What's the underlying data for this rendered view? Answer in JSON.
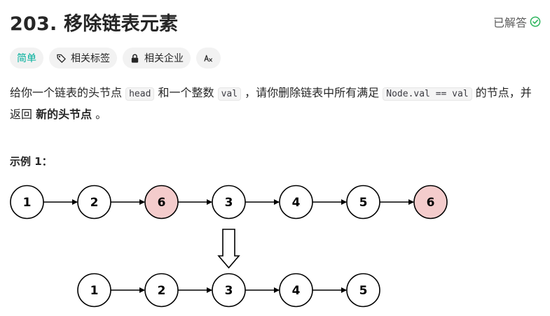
{
  "problem": {
    "title": "203. 移除链表元素",
    "status": "已解答"
  },
  "tags": [
    {
      "label": "简单",
      "icon": "none"
    },
    {
      "label": "相关标签",
      "icon": "tag-icon"
    },
    {
      "label": "相关企业",
      "icon": "lock-icon"
    },
    {
      "label": "",
      "icon": "translate-icon"
    }
  ],
  "description": {
    "part1": "给你一个链表的头节点 ",
    "code1": "head",
    "part2": " 和一个整数 ",
    "code2": "val",
    "part3": " ，请你删除链表中所有满足 ",
    "code3": "Node.val == val",
    "part4": " 的节点，并返回 ",
    "bold": "新的头节点",
    "part5": " 。"
  },
  "example": {
    "title": "示例 1：",
    "input_list": [
      "1",
      "2",
      "6",
      "3",
      "4",
      "5",
      "6"
    ],
    "removed_value": "6",
    "output_list": [
      "1",
      "2",
      "3",
      "4",
      "5"
    ]
  },
  "colors": {
    "accent_easy": "#00af9b",
    "solved_check": "#2db55d",
    "removed_fill": "#f4cccc"
  }
}
